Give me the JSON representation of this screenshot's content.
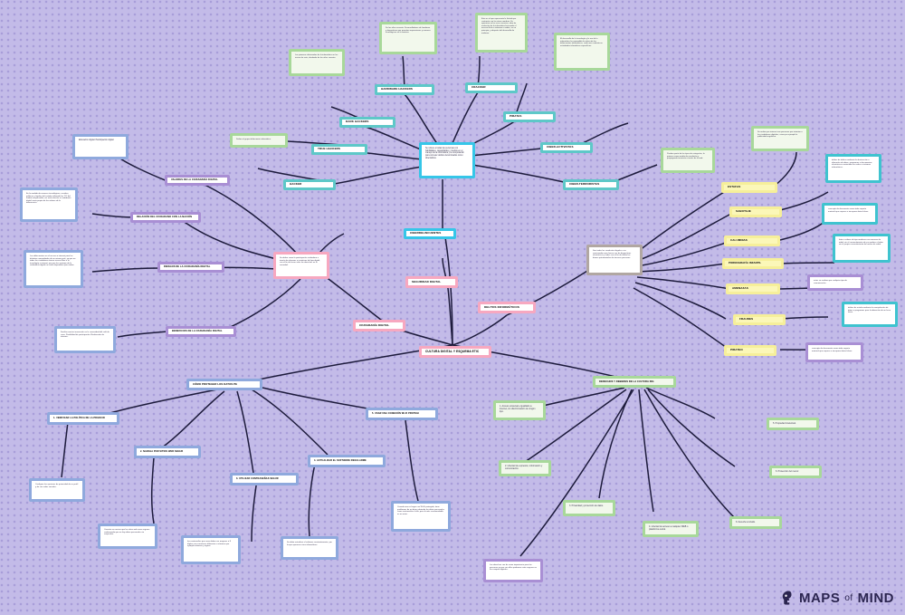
{
  "meta": {
    "background_color": "#c3bbe8",
    "link_color": "#1d1b3c",
    "title": "CULTURA DIGITAL Y ESQUEMA ETIC"
  },
  "logo": {
    "word1": "MAPS",
    "connector": "of",
    "word2": "MIND",
    "icon": "head-profile-icon"
  },
  "root": {
    "label": "CULTURA DIGITAL Y ESQUEMA ETIC"
  },
  "branches": {
    "hackers": {
      "center_label": "Se refiere a todas las personas con habilidades, capacidades y medios en el manejo de la informática y la computación para cometer delitos denominados como ciberdelitos.",
      "color": "#36c6e8",
      "items": [
        {
          "label": "HARDWARE HACKERS",
          "note": "De los años sesenta. Desarrolladores de hardware y dispositivos que permiten expansiones y avances tecnológicos en la materia."
        },
        {
          "label": "CRACKER",
          "note": "Esto es el que representa la ilicitud que contrasta con los otros nombres. Es operativo en los usos usuarios, obra de evolución de la informática buscando el acceso ilícito a sistemas o redes, es un principio, y después del desarrollo de malware."
        },
        {
          "label": "PIRATAS",
          "note": "El desarrollo de la tecnología y la era de la informática ha expandido la esfera de los delincuentes informáticos, cada uno continúa en actividades telemáticas específicas."
        },
        {
          "label": "DARK HACKERS",
          "note": "Los pioneros aficionados de la informática en los inicios de esta, alrededor de los años sesenta."
        },
        {
          "label": "TRUE HACKERS",
          "note": "Define al grupo delincuente informático."
        },
        {
          "label": "HACKER",
          "note": ""
        },
        {
          "label": "CIBER-ACTIVISTAS",
          "note": "Pueden partir de los tipos de categorías, la primera como medio de revolución y propaganda terrorista a través de la web."
        },
        {
          "label": "CIBER-TERRORISTAS",
          "note": ""
        }
      ]
    },
    "ciberdelincuentes": {
      "label": "CIBERDELINCUENTES"
    },
    "seguridad_digital": {
      "label": "SEGURIDAD DIGITAL"
    },
    "ciudadania_digital": {
      "label": "CIUDADANÍA DIGITAL",
      "center_note": "Se define como la participación ciudadana a través de reformas e iniciativas del tipo digital, con el fin de hacer valer los derechos en la sociedad.",
      "items": [
        {
          "label": "VALORES DE LA CIUDADANÍA DIGITAL",
          "note": ""
        },
        {
          "label": "RELACIÓN DEL CIUDADANO CON LA NACIÓN",
          "note": "En la medida de avances tecnológicos, sociales, políticos y legales del estado utilizando las TIC del ámbito responsable, así está relación a ciudadanía digital como propio de los valores de la democracia."
        },
        {
          "label": "RIESGOS DE LA CIUDADANÍA DIGITAL",
          "note": "Los delincuentes en el acceso a internet para las distintas comunidades de un mismo país, ya que no todos los ciudadanos tienen acceso libre a la tecnología e internet, por que las ventajas de la ciudadanía digital no están disponibles para todos."
        },
        {
          "label": "BENEFICIOS DE LA CIUDADANÍA DIGITAL",
          "note": "Facilita nuestra innovación en la comunidad del café de casa. Posibilidad de participación. Realización de trámites."
        }
      ],
      "top_note": "Educación digital. Participación digital."
    },
    "delitos": {
      "label": "DELITOS INFORMÁTICOS",
      "center_note": "Son todas las conductas ilegales o no sancionadas que hacen uso de dispositivos electrónicos y redes con el fin de dañar los bienes patrimoniales de terceros personas.",
      "items": [
        {
          "label": "ESTAFAS",
          "note": "Se realiza por internet son personas que intentan a los ciudadanos digitales, como por ejemplo la publicidad engañosa."
        },
        {
          "label": "SABOTAJE",
          "note": "delitos de daños mediante la destrucción o alteración de datos, programas o documentos electrónicos contenidos en redes o sistemas informáticos."
        },
        {
          "label": "CALUMNIAS",
          "note": "concepto de documento como todo soporte material que exprese o incorpore datos falsos."
        },
        {
          "label": "PORNOGRAFÍA INFANTIL",
          "note": "fotos o videos de tipo morboso con menores de edad, sin el consentimiento de sus padres o haber sin el propio consentimiento del menor de edad."
        },
        {
          "label": "AMENAZAS",
          "note": "estas se realizan por cualquier tipo de comunicación."
        },
        {
          "label": "FRAUDES",
          "note": "delitos de estafa mediante la manipulación de datos o programas para la obtención de un lucro ilícito."
        },
        {
          "label": "PIRATEO",
          "note": "concepto de documento como todo soporte material que exprese o incorpore datos falsos."
        }
      ]
    },
    "proteccion": {
      "label": "CÓMO PROTEGER LOS DATOS PE",
      "items": [
        {
          "label": "1. VERIFICAR LA POLÍTICA DE LA PRIVACID",
          "note": "Configure las opciones de privacidad de su perfil y de sus redes sociales."
        },
        {
          "label": "2. NAVEGA POR SITIOS WEB SEGUR",
          "note": "Consiste en revisar que los sitios web sean seguros confirmando que no hay datos personales sin sospechar."
        },
        {
          "label": "3. UTILIZAR CONTRASEÑAS SEGUR",
          "note": "las contraseñas que usan deben ser mayores a 8 dígitos con caracteres diferentes a números por ejemplo números y signos."
        },
        {
          "label": "4. ACTUALIZAR EL SOFTWARE REGULARME",
          "note": "Se debe actualizar el software constantemente, por lo que aparecen virus informáticos."
        },
        {
          "label": "5. USAR UNA CONEXIÓN WI-FI PROTEGI",
          "note": "Cuando uno es hogar con Wi-Fi protegido, tiene problemas de no dejar sabiendo los datos personales como contraseñas a ello, pero lo más recomendable es no estar."
        }
      ]
    },
    "derechos": {
      "label": "DERECHOS Y DEBERES DE LA CULTURA DIG",
      "items": [
        {
          "label": "1. Acceso universal e igualitario a Internet, sin discriminación de ningún tipo."
        },
        {
          "label": "2. Libertad de expresión, información y comunicación."
        },
        {
          "label": "3. Privacidad y protección de datos."
        },
        {
          "label": "4. Libertad de acceso a cualquier WEB o plataforma social."
        },
        {
          "label": "5. Propiedad intelectual."
        },
        {
          "label": "6. Protección del menor."
        },
        {
          "label": "6. Derecho al olvido."
        }
      ],
      "bottom_note": "Los derechos son de suma importancia para las personas ya que son ellos podemos estar seguros en los campos digitales."
    }
  }
}
